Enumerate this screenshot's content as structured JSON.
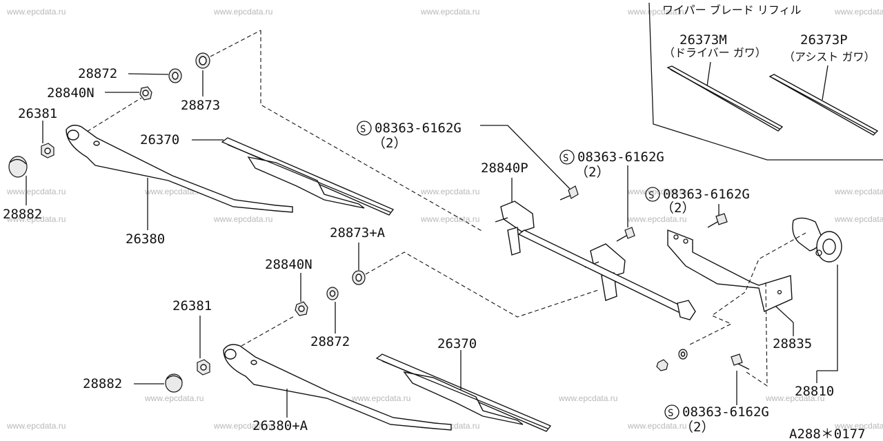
{
  "colors": {
    "ink": "#111111",
    "watermark": "#b8b8b8",
    "background": "#ffffff"
  },
  "watermark": "www.epcdata.ru",
  "inset": {
    "title": "ワイパー ブレード リフィル",
    "driver": {
      "part": "26373M",
      "note": "（ドライバー ガワ）"
    },
    "assist": {
      "part": "26373P",
      "note": "（アシスト ガワ）"
    }
  },
  "labels": {
    "p28872_top": "28872",
    "p28840N_top": "28840N",
    "p28873_top": "28873",
    "p26381_top": "26381",
    "p28882_top": "28882",
    "p26370_top": "26370",
    "p26380": "26380",
    "bolt1": "08363-6162G",
    "bolt1_qty": "（2）",
    "p28840P": "28840P",
    "bolt2": "08363-6162G",
    "bolt2_qty": "（2）",
    "bolt3": "08363-6162G",
    "bolt3_qty": "（2）",
    "p28873A": "28873+A",
    "p28840N_bot": "28840N",
    "p26381_bot": "26381",
    "p28872_bot": "28872",
    "p26370_bot": "26370",
    "p28882_bot": "28882",
    "p26380A": "26380+A",
    "p28835": "28835",
    "p28810": "28810",
    "bolt4": "08363-6162G",
    "bolt4_qty": "（2）",
    "s_symbol": "S",
    "drawing_code": "A288＊0177"
  }
}
